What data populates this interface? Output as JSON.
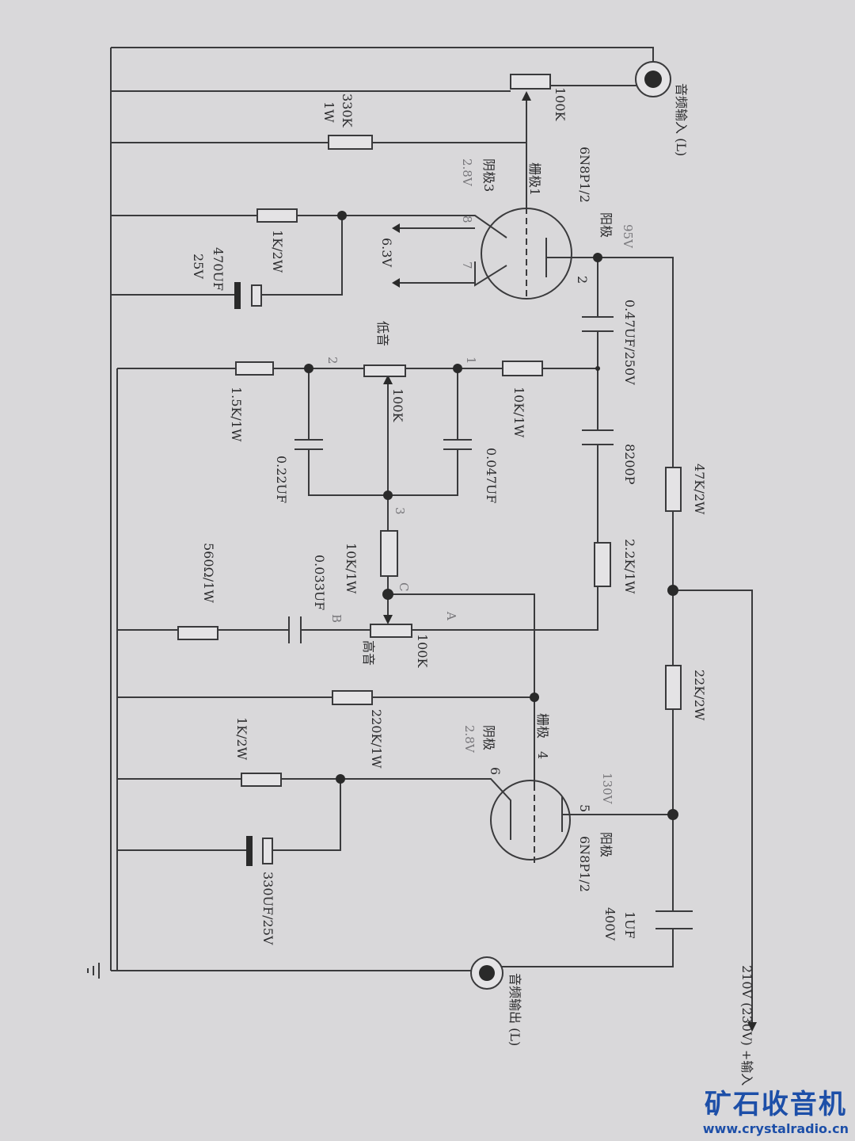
{
  "labels": {
    "audio_in": "音频输入 (L)",
    "vol_pot": "100K",
    "r330k": "330K",
    "r330k_w": "1W",
    "tube1_type": "6N8P1/2",
    "tube1_grid": "栅极1",
    "tube1_cathode": "阴极3",
    "tube1_cathode_v": "2.8V",
    "tube1_anode": "阳极",
    "tube1_anode_v": "95V",
    "pin8": "8",
    "pin7": "7",
    "pin2": "2",
    "heater": "6.3V",
    "r1k_1": "1K/2W",
    "c470": "470UF",
    "c470_v": "25V",
    "c047": "0.47UF/250V",
    "bass": "低音",
    "bass_pin1": "1",
    "bass_pin2": "2",
    "bass_pot": "100K",
    "r10k_a": "10K/1W",
    "r1_5k": "1.5K/1W",
    "c022": "0.22UF",
    "c0047": "0.047UF",
    "c8200": "8200P",
    "r47k": "47K/2W",
    "bass_pin3": "3",
    "r10k_b": "10K/1W",
    "r2_2k": "2.2K/1W",
    "r560": "560Ω/1W",
    "c0033": "0.033UF",
    "pin_b": "B",
    "pin_a": "A",
    "pin_c": "C",
    "treble_pot": "100K",
    "treble": "高音",
    "r220k": "220K/1W",
    "r22k": "22K/2W",
    "tube2_cathode": "阴极",
    "tube2_cathode_v": "2.8V",
    "tube2_grid": "栅极",
    "pin4": "4",
    "pin6": "6",
    "tube2_anode_v": "130V",
    "pin5": "5",
    "tube2_anode": "阳极",
    "tube2_type": "6N8P1/2",
    "r1k_2": "1K/2W",
    "c330": "330UF/25V",
    "c1uf": "1UF",
    "c1uf_v": "400V",
    "audio_out": "音频输出 (L)",
    "bplus": "210V (230V) +输入"
  },
  "watermark": {
    "name": "矿石收音机",
    "url": "www.crystalradio.cn"
  }
}
